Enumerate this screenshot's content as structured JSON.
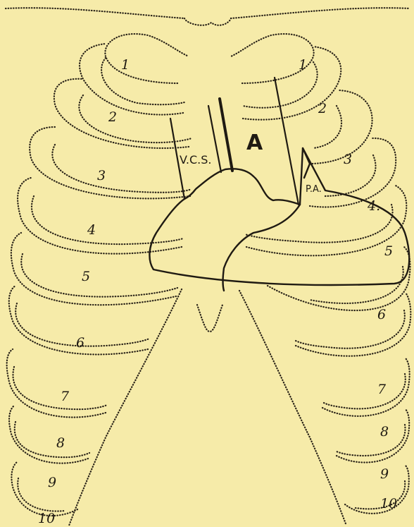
{
  "labels": {
    "vena_cava_superior": "V.C.S.",
    "aorta": "A",
    "pulmonary_artery": "P.A."
  },
  "rib_numbers_right": [
    "1",
    "2",
    "3",
    "4",
    "5",
    "6",
    "7",
    "8",
    "9",
    "10"
  ],
  "rib_numbers_left": [
    "1",
    "2",
    "3",
    "4.",
    "5",
    "6",
    "7",
    "8",
    "9",
    "10"
  ]
}
